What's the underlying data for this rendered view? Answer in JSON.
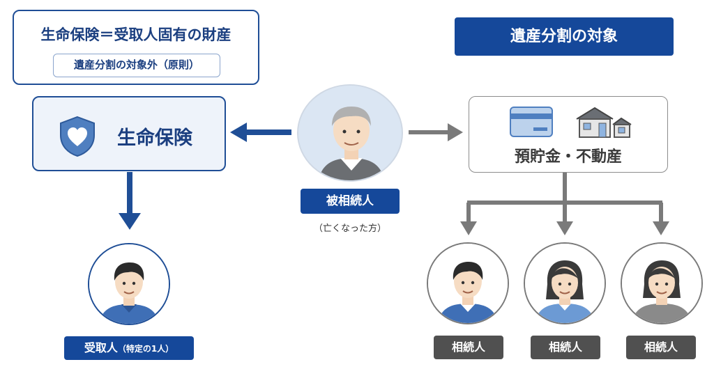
{
  "note": {
    "title": "生命保険＝受取人固有の財産",
    "subtitle": "遺産分割の対象外（原則）"
  },
  "target_label": "遺産分割の対象",
  "insurance": {
    "label": "生命保険",
    "icon": "shield-heart-icon"
  },
  "deceased": {
    "label": "被相続人",
    "caption": "（亡くなった方）"
  },
  "assets": {
    "label": "預貯金・不動産",
    "icons": [
      "bank-card-icon",
      "house-icon"
    ]
  },
  "beneficiary": {
    "label": "受取人",
    "qualifier": "（特定の1人）"
  },
  "heirs": [
    {
      "label": "相続人"
    },
    {
      "label": "相続人"
    },
    {
      "label": "相続人"
    }
  ],
  "colors": {
    "navy": "#15489a",
    "gray": "#6a6a6a",
    "light_blue": "#eef3fa"
  }
}
